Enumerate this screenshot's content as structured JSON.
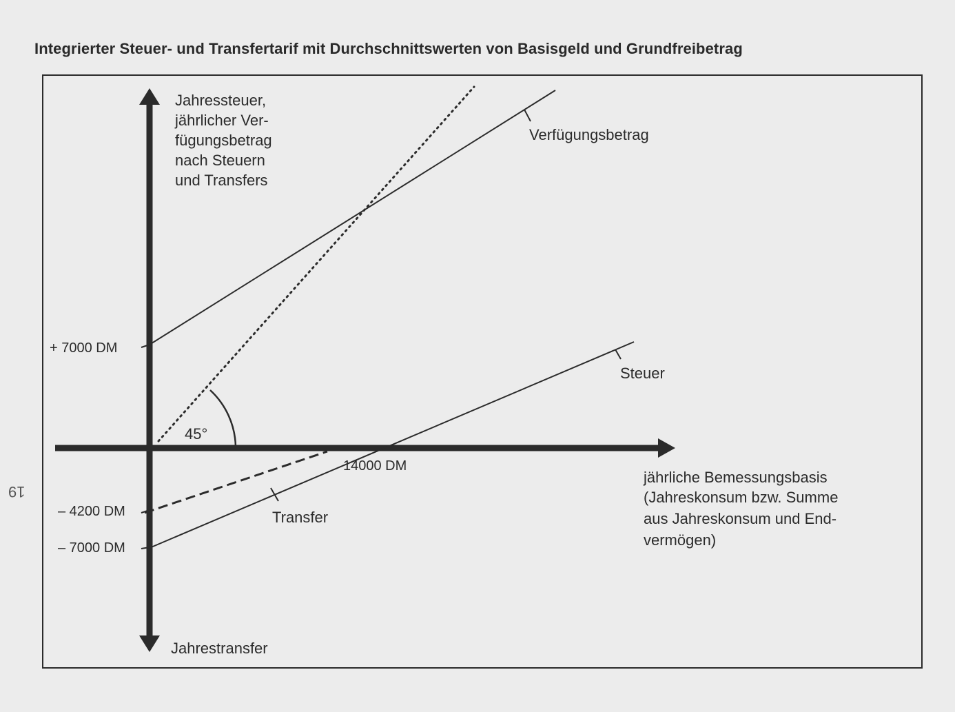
{
  "title": "Integrierter Steuer- und Transfertarif mit Durchschnittswerten von Basisgeld und Grundfreibetrag",
  "page_number": "19",
  "y_axis": {
    "label_lines": [
      "Jahressteuer,",
      "jährlicher Ver-",
      "fügungsbetrag",
      "nach Steuern",
      "und Transfers"
    ],
    "negative_label": "Jahrestransfer"
  },
  "x_axis": {
    "label_lines": [
      "jährliche Bemessungsbasis",
      "(Jahreskonsum bzw. Summe",
      "aus Jahreskonsum und End-",
      "vermögen)"
    ]
  },
  "ticks": {
    "plus_7000": "+ 7000 DM",
    "minus_4200": "– 4200 DM",
    "minus_7000": "– 7000 DM",
    "x_14000": "14000 DM"
  },
  "curves": {
    "verfuegung": "Verfügungsbetrag",
    "steuer": "Steuer",
    "transfer": "Transfer"
  },
  "angle_label": "45°",
  "colors": {
    "ink": "#2b2b2b",
    "paper": "#ececec"
  }
}
